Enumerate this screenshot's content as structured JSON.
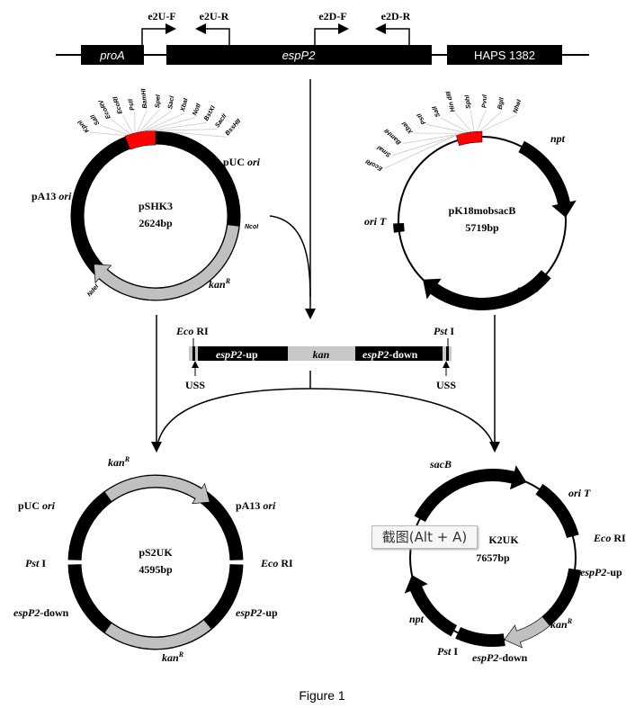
{
  "gene_map": {
    "primers": [
      "e2U-F",
      "e2U-R",
      "e2D-F",
      "e2D-R"
    ],
    "genes": [
      "proA",
      "espP2",
      "HAPS 1382"
    ]
  },
  "pSHK3": {
    "name": "pSHK3",
    "size": "2624bp",
    "labels": {
      "puc": "pUC ",
      "puc_it": "ori",
      "pa13": "pA13 ",
      "pa13_it": "ori",
      "kan": "kan",
      "kan_sup": "R"
    },
    "sites": [
      "KpnI",
      "SalI",
      "EcoRV",
      "EcoRI",
      "PstI",
      "BamHI",
      "SpeI",
      "SacI",
      "XbaI",
      "NotI",
      "BstXI",
      "SacII",
      "BssHII",
      "NcoI",
      "NdeI"
    ]
  },
  "pK18": {
    "name": "pK18mobsacB",
    "size": "5719bp",
    "labels": {
      "npt": "npt",
      "sacB": "sacB",
      "orit": "ori T"
    },
    "sites": [
      "EcoRI",
      "SmaI",
      "BamHI",
      "XbaI",
      "PstI",
      "SalI",
      "Hin dIII",
      "SphI",
      "PvuI",
      "BglI",
      "NheI"
    ]
  },
  "construct": {
    "eco": "Eco",
    "eco_rest": " RI",
    "pst": "Pst",
    "pst_rest": " I",
    "up": "espP2",
    "up_rest": "-up",
    "kan": "kan",
    "down": "espP2",
    "down_rest": "-down",
    "uss": "USS"
  },
  "pS2UK": {
    "name": "pS2UK",
    "size": "4595bp",
    "labels": {
      "kan": "kan",
      "sup": "R",
      "puc": "pUC ",
      "puc_it": "ori",
      "pa13": "pA13 ",
      "pa13_it": "ori",
      "pst": "Pst",
      "pst_rest": " I",
      "eco": "Eco",
      "eco_rest": " RI",
      "down": "espP2",
      "down_rest": "-down",
      "up": "espP2",
      "up_rest": "-up"
    }
  },
  "pK2UK": {
    "name": "K2UK",
    "size": "7657bp",
    "labels": {
      "sacB": "sacB",
      "orit": "ori T",
      "eco": "Eco",
      "eco_rest": " RI",
      "up": "espP2",
      "up_rest": "-up",
      "kan": "kan",
      "sup": "R",
      "npt": "npt",
      "pst": "Pst",
      "pst_rest": " I",
      "down": "espP2",
      "down_rest": "-down"
    }
  },
  "tooltip": "截图(Alt + A)",
  "caption": "Figure 1"
}
